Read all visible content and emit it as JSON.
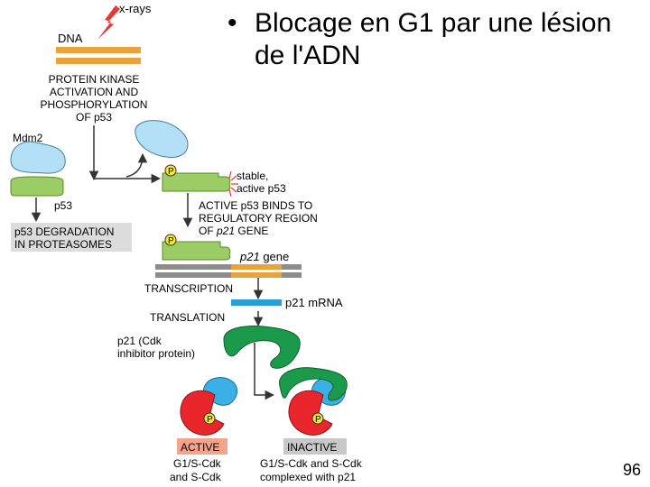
{
  "slide": {
    "bullet": "•",
    "title_line1": "Blocage en G1 par une lésion",
    "title_line2": "de l'ADN",
    "page_number": "96"
  },
  "diagram": {
    "xrays": "x-rays",
    "dna": "DNA",
    "kinase_label": [
      "PROTEIN KINASE",
      "ACTIVATION AND",
      "PHOSPHORYLATION",
      "OF p53"
    ],
    "mdm2": "Mdm2",
    "p53": "p53",
    "phospho": "P",
    "stable_label": [
      "stable,",
      "active p53"
    ],
    "degradation_label": [
      "p53 DEGRADATION",
      "IN PROTEASOMES"
    ],
    "binds_label": [
      "ACTIVE p53 BINDS TO",
      "REGULATORY REGION"
    ],
    "binds_line3_prefix": "OF ",
    "binds_line3_italic": "p21",
    "binds_line3_suffix": " GENE",
    "gene_label_italic": "p21",
    "gene_label_suffix": " gene",
    "transcription": "TRANSCRIPTION",
    "mrna": "p21 mRNA",
    "translation": "TRANSLATION",
    "p21_label": [
      "p21 (Cdk",
      "inhibitor protein)"
    ],
    "active": "ACTIVE",
    "inactive": "INACTIVE",
    "active_caption": [
      "G1/S-Cdk",
      "and S-Cdk"
    ],
    "inactive_caption": [
      "G1/S-Cdk and S-Cdk",
      "complexed with p21"
    ]
  },
  "colors": {
    "dna_orange": "#e8a33c",
    "p53_green": "#9ccc65",
    "mdm2_blue": "#b3e0f7",
    "phospho_yellow": "#f5e733",
    "label_gray_bg": "#dcdcdc",
    "mrna_blue": "#2a9fd6",
    "p21_green": "#1a9a4a",
    "cdk_red": "#e8262b",
    "cyclin_blue": "#3ab0e6",
    "active_bg": "#f4a48a",
    "inactive_bg": "#c8c8c8",
    "xray_red": "#e53935",
    "gene_gray": "#8c8c8c"
  }
}
